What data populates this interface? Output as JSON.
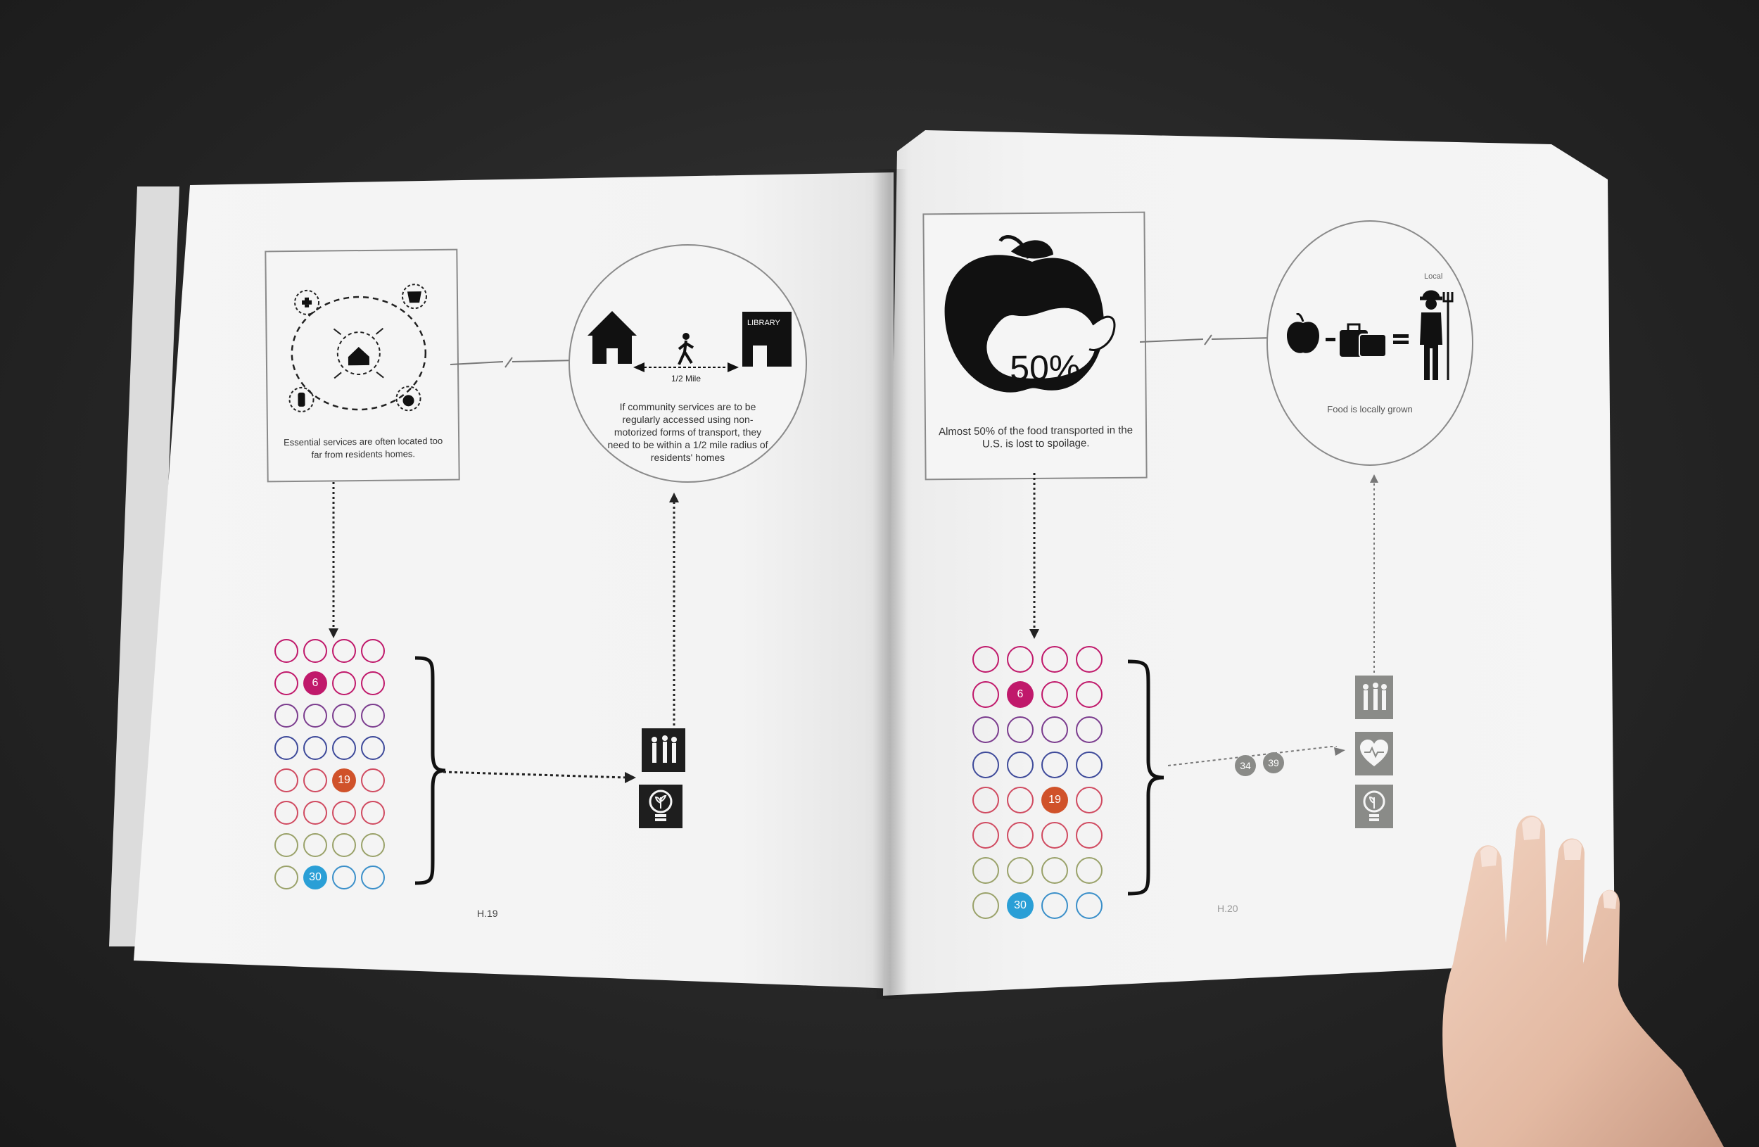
{
  "left_page": {
    "box_caption": "Essential services are often located too far from residents homes.",
    "circle_distance_label": "1/2 Mile",
    "library_label": "LIBRARY",
    "circle_caption": "If community services are to be regularly accessed using non-motorized forms of transport, they need to be within a 1/2 mile radius of residents' homes",
    "highlighted_numbers": [
      "6",
      "19",
      "30"
    ],
    "page_number": "H.19"
  },
  "right_page": {
    "percent_label": "50%",
    "box_caption": "Almost 50% of the food transported in the U.S. is lost to spoilage.",
    "local_label": "Local",
    "circle_caption": "Food is locally grown",
    "highlighted_numbers": [
      "6",
      "19",
      "30"
    ],
    "bubble_numbers": [
      "34",
      "39"
    ],
    "page_number": "H.20"
  },
  "colors": {
    "background": "#262626",
    "paper": "#f4f4f4",
    "ink": "#1e1e1e",
    "magenta": "#c0196b",
    "orange": "#d0522a",
    "blue": "#2a9fd6",
    "grey_icon": "#8a8b88"
  }
}
